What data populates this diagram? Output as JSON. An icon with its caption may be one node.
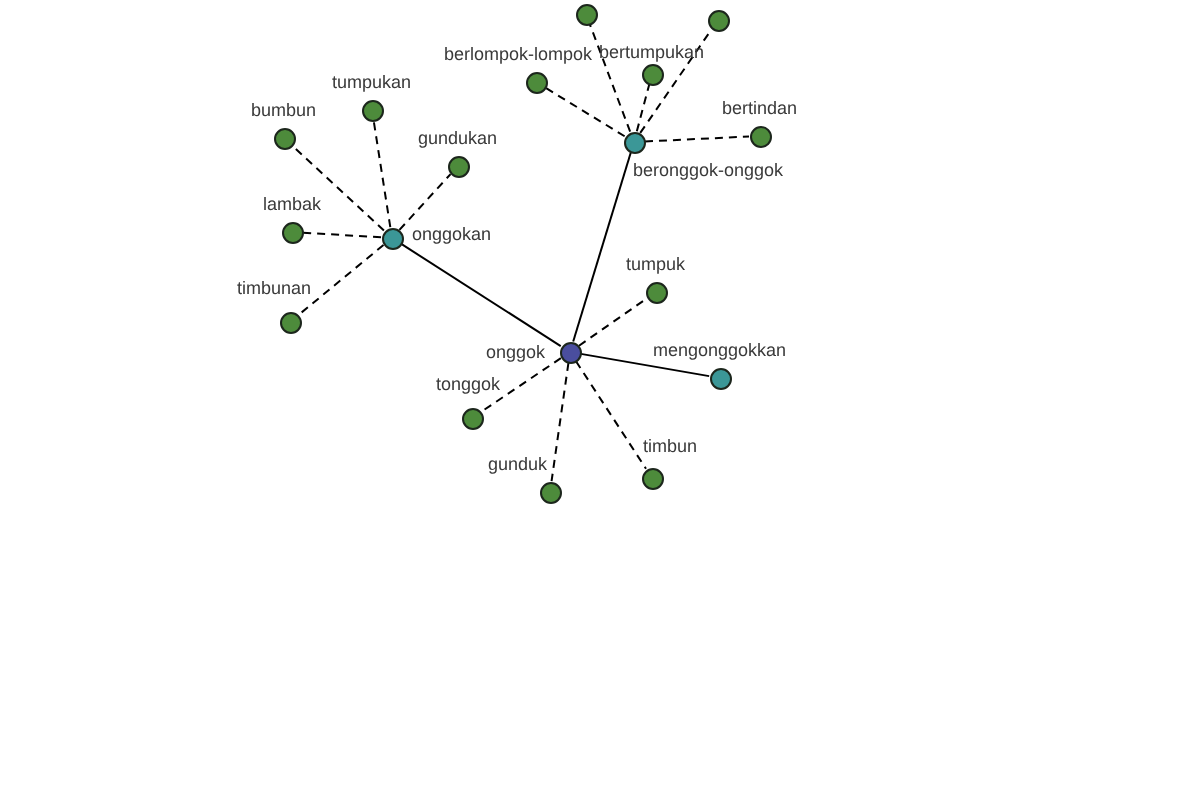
{
  "diagram": {
    "nodes": [
      {
        "text": [
          "onggok"
        ]
      },
      {
        "text": [
          "onggokan"
        ]
      },
      {
        "text": [
          "beronggok-onggok"
        ]
      },
      {
        "text": [
          "mengonggokkan"
        ]
      },
      {
        "text": [
          "tumpuk"
        ]
      },
      {
        "text": [
          "tonggok"
        ]
      },
      {
        "text": [
          "gunduk"
        ]
      },
      {
        "text": [
          "timbun"
        ]
      },
      {
        "text": [
          "bumbun"
        ]
      },
      {
        "text": [
          "tumpukan"
        ]
      },
      {
        "text": [
          "gundukan"
        ]
      },
      {
        "text": [
          "lambak"
        ]
      },
      {
        "text": [
          "timbunan"
        ]
      },
      {
        "text": [
          "berlompok-lompok"
        ]
      },
      {
        "text": [
          "bertumpukan"
        ]
      },
      {
        "text": [
          "bertindan"
        ]
      },
      {
        "text": [],
        "shape": "circle"
      },
      {
        "text": [],
        "shape": "circle"
      }
    ],
    "edges": [
      {
        "from": 0,
        "to": 1,
        "arrow": "none"
      },
      {
        "from": 0,
        "to": 2,
        "arrow": "none"
      },
      {
        "from": 0,
        "to": 3,
        "arrow": "none"
      },
      {
        "from": 0,
        "to": 4,
        "arrow": "none",
        "style": "dashed"
      },
      {
        "from": 0,
        "to": 5,
        "arrow": "none",
        "style": "dashed"
      },
      {
        "from": 0,
        "to": 6,
        "arrow": "none",
        "style": "dashed"
      },
      {
        "from": 0,
        "to": 7,
        "arrow": "none",
        "style": "dashed"
      },
      {
        "from": 1,
        "to": 8,
        "arrow": "none",
        "style": "dashed"
      },
      {
        "from": 1,
        "to": 9,
        "arrow": "none",
        "style": "dashed"
      },
      {
        "from": 1,
        "to": 10,
        "arrow": "none",
        "style": "dashed"
      },
      {
        "from": 1,
        "to": 11,
        "arrow": "none",
        "style": "dashed"
      },
      {
        "from": 1,
        "to": 12,
        "arrow": "none",
        "style": "dashed"
      },
      {
        "from": 2,
        "to": 13,
        "arrow": "none",
        "style": "dashed"
      },
      {
        "from": 2,
        "to": 14,
        "arrow": "none",
        "style": "dashed"
      },
      {
        "from": 2,
        "to": 15,
        "arrow": "none",
        "style": "dashed"
      },
      {
        "from": 2,
        "to": 16,
        "arrow": "none",
        "style": "dashed"
      },
      {
        "from": 2,
        "to": 17,
        "arrow": "none",
        "style": "dashed"
      }
    ]
  }
}
